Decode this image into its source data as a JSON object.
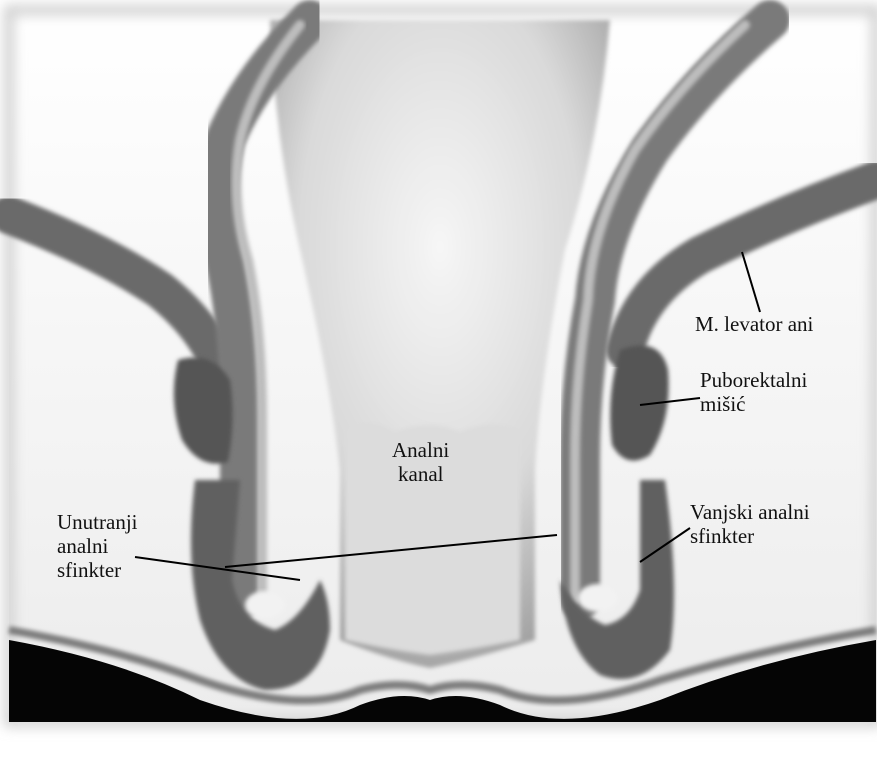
{
  "labels": {
    "levator": "M. levator ani",
    "puborectal": [
      "Puborektalni",
      "mišić"
    ],
    "anal_canal": [
      "Analni",
      "kanal"
    ],
    "internal_sphincter": [
      "Unutranji",
      "analni",
      "sfinkter"
    ],
    "external_sphincter": [
      "Vanjski analni",
      "sfinkter"
    ]
  }
}
